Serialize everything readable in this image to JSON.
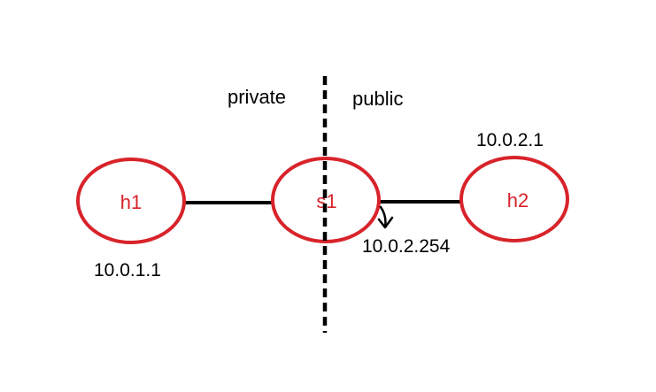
{
  "diagram": {
    "zones": {
      "left_label": "private",
      "right_label": "public"
    },
    "nodes": {
      "h1": {
        "label": "h1",
        "ip": "10.0.1.1"
      },
      "s1": {
        "label": "s1",
        "ip": "10.0.2.254"
      },
      "h2": {
        "label": "h2",
        "ip": "10.0.2.1"
      }
    },
    "colors": {
      "node_stroke": "#d8232a",
      "node_label": "#d8232a",
      "lines": "#000000"
    }
  }
}
